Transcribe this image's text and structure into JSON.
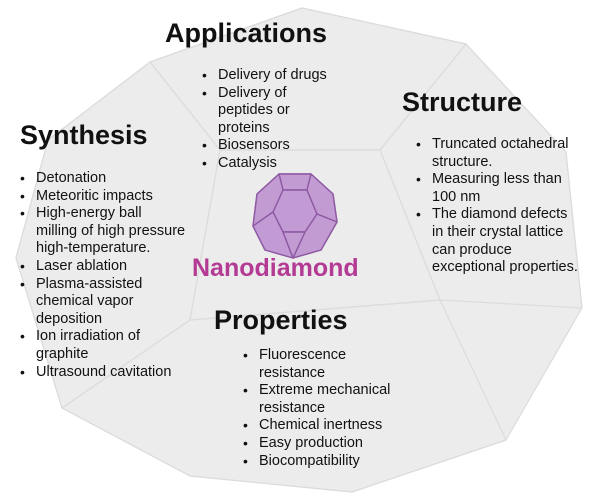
{
  "colors": {
    "accent": "#b33b94",
    "shape_fill": "#ececec",
    "shape_stroke": "#dcdcdc",
    "gem_fill": "#c39bd3",
    "gem_stroke": "#8e5aa3"
  },
  "center": {
    "title": "Nanodiamond",
    "icon": "truncated-octahedron-icon"
  },
  "applications": {
    "heading": "Applications",
    "items": [
      "Delivery of drugs",
      "Delivery of peptides or proteins",
      "Biosensors",
      "Catalysis"
    ]
  },
  "structure": {
    "heading": "Structure",
    "items": [
      "Truncated octahedral structure.",
      "Measuring less than 100 nm",
      "The diamond defects in their crystal lattice can produce exceptional properties."
    ]
  },
  "synthesis": {
    "heading": "Synthesis",
    "items": [
      "Detonation",
      "Meteoritic impacts",
      "High-energy ball milling of high pressure high-temperature.",
      "Laser ablation",
      "Plasma-assisted chemical vapor deposition",
      "Ion irradiation of graphite",
      "Ultrasound cavitation"
    ]
  },
  "properties": {
    "heading": "Properties",
    "items": [
      "Fluorescence resistance",
      "Extreme mechanical resistance",
      "Chemical inertness",
      "Easy production",
      "Biocompatibility"
    ]
  }
}
